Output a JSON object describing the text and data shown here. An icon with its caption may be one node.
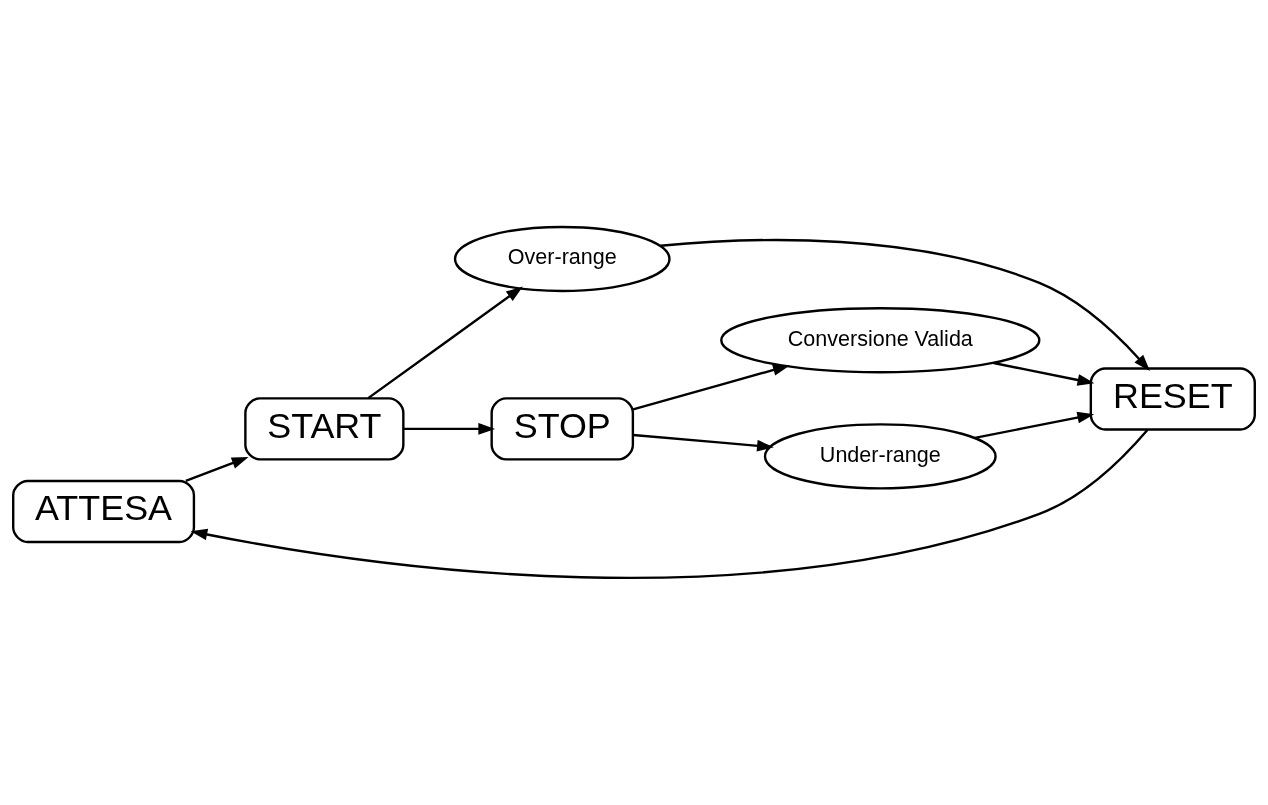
{
  "diagram": {
    "nodes": [
      {
        "text": [
          "ATTESA"
        ]
      },
      {
        "text": [
          "RESET"
        ]
      },
      {
        "text": [
          "START"
        ]
      },
      {
        "text": [
          "Over-range"
        ]
      },
      {
        "text": [
          "Conversione Valida"
        ]
      },
      {
        "text": [
          "STOP"
        ]
      },
      {
        "text": [
          "Under-range"
        ]
      }
    ],
    "edges": [
      {
        "from": 1,
        "to": 0,
        "arrow": "to"
      },
      {
        "from": 0,
        "to": 2,
        "arrow": "to"
      },
      {
        "from": 2,
        "to": 3,
        "arrow": "to"
      },
      {
        "from": 3,
        "to": 1,
        "arrow": "to"
      },
      {
        "from": 2,
        "to": 5,
        "arrow": "to"
      },
      {
        "from": 5,
        "to": 4,
        "arrow": "to"
      },
      {
        "from": 5,
        "to": 6,
        "arrow": "to"
      },
      {
        "from": 4,
        "to": 1,
        "arrow": "to"
      },
      {
        "from": 6,
        "to": 1,
        "arrow": "to"
      }
    ]
  }
}
